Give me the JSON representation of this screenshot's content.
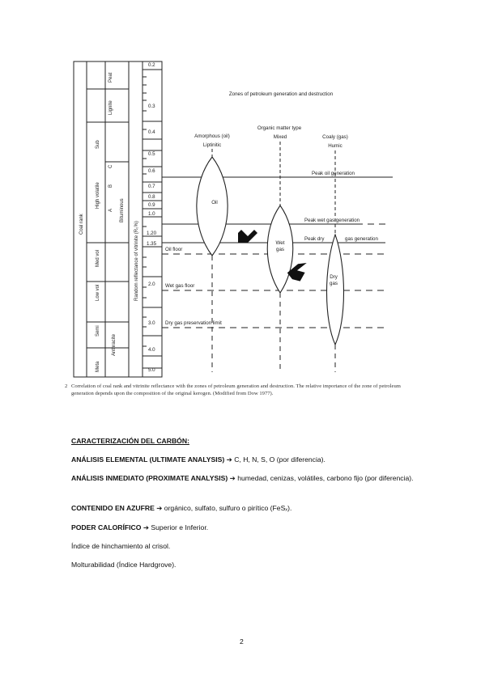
{
  "figure": {
    "title": "Zones of petroleum generation and destruction",
    "axis_label": "Random reflectance of vitrinite (R₀%)",
    "coal_rank_header": "Coal rank",
    "rank_labels": [
      "Peat",
      "Lignite",
      "Sub",
      "High volatile",
      "C",
      "B",
      "A",
      "Bituminous",
      "Med vol",
      "Low vol",
      "Semi",
      "Anthracite",
      "Meta"
    ],
    "reflectance_values": [
      "0.2",
      "0.3",
      "0.4",
      "0.5",
      "0.6",
      "0.7",
      "0.8",
      "0.9",
      "1.0",
      "1.20",
      "1.35",
      "2.0",
      "3.0",
      "4.0",
      "5.0"
    ],
    "om_type_header": "Organic matter type",
    "columns": [
      {
        "top": "Amorphous (oil)",
        "sub": "Liptinitic"
      },
      {
        "top": "",
        "sub": "Mixed"
      },
      {
        "top": "Coaly (gas)",
        "sub": "Humic"
      }
    ],
    "lens_labels": {
      "oil": "Oil",
      "wet_gas_1": "Wet",
      "wet_gas_2": "gas",
      "dry_gas_1": "Dry",
      "dry_gas_2": "gas"
    },
    "line_labels": {
      "peak_oil": "Peak oil generation",
      "peak_wet": "Peak wet gas generation",
      "peak_dry_a": "Peak dry",
      "peak_dry_b": "gas generation",
      "oil_floor": "Oil floor",
      "wet_gas_floor": "Wet gas floor",
      "dry_gas_limit": "Dry gas preservation limit"
    }
  },
  "caption": {
    "number": "2",
    "text": "Correlation of coal rank and vitrinite reflectance with the zones of petroleum generation and destruction. The relative importance of the zone of petroleum generation depends upon the composition of the original kerogen. (Modified from Dow 1977)."
  },
  "content": {
    "heading": "CARACTERIZACIÓN DEL CARBÓN:",
    "items": [
      {
        "bold": "ANÁLISIS ELEMENTAL (ULTIMATE ANALYSIS)",
        "arrow": "➔",
        "text": " C, H, N, S, O (por diferencia)."
      },
      {
        "bold": "ANÁLISIS INMEDIATO (PROXIMATE ANALYSIS)",
        "arrow": "➔",
        "text": " humedad, cenizas, volátiles, carbono fijo (por diferencia)."
      },
      {
        "bold": "CONTENIDO EN AZUFRE",
        "arrow": "➔",
        "text": " orgánico, sulfato, sulfuro o pirítico (FeSₓ)."
      },
      {
        "bold": "PODER CALORÍFICO",
        "arrow": "➔",
        "text": " Superior e Inferior."
      }
    ],
    "plain": [
      "Índice de hinchamiento al crisol.",
      "Molturabilidad (Índice Hardgrove)."
    ]
  },
  "page_number": "2"
}
